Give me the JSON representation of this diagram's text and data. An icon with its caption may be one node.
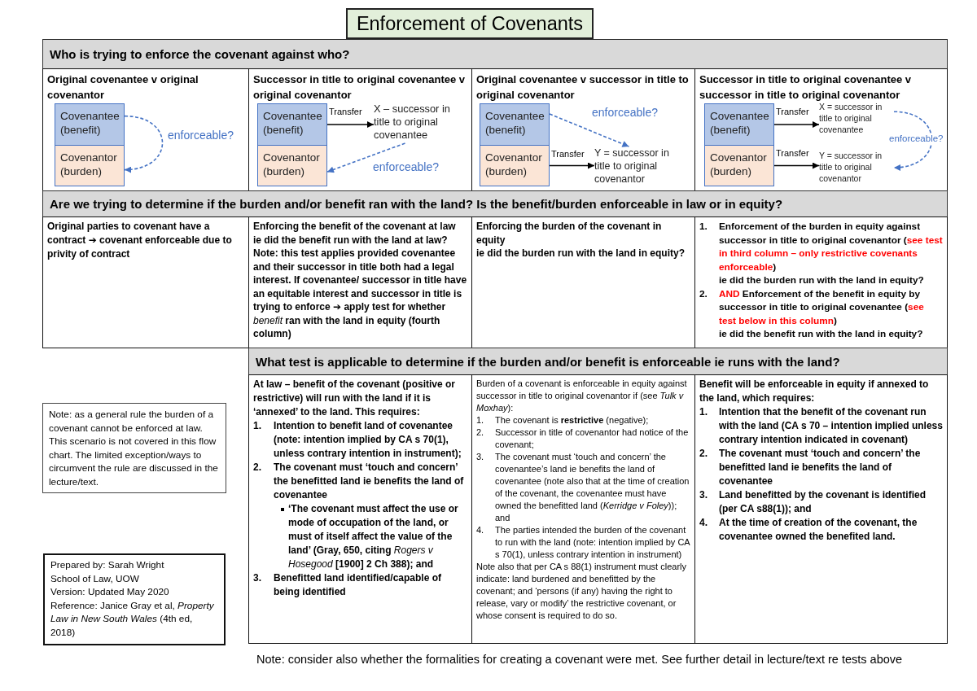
{
  "diagram": {
    "title": "Enforcement of Covenants",
    "nodes": [
      {
        "text": [
          "Who is trying to enforce the covenant against who?"
        ]
      },
      {
        "text": [
          "Original covenantee v original covenantor"
        ]
      },
      {
        "text": [
          "Covenantee (benefit)"
        ],
        "in": 1
      },
      {
        "text": [
          "Covenantor (burden)"
        ],
        "in": 1
      },
      {
        "text": [
          "Successor in title to original covenantee v original covenantor"
        ]
      },
      {
        "text": [
          "Covenantee (benefit)"
        ],
        "in": 4
      },
      {
        "text": [
          "Covenantor (burden)"
        ],
        "in": 4
      },
      {
        "text": [
          "X – successor in title to original covenantee"
        ],
        "in": 4
      },
      {
        "text": [
          "Original covenantee v successor in title to original covenantor"
        ]
      },
      {
        "text": [
          "Covenantee (benefit)"
        ],
        "in": 8
      },
      {
        "text": [
          "Covenantor (burden)"
        ],
        "in": 8
      },
      {
        "text": [
          "Y = successor in title to original covenantor"
        ],
        "in": 8
      },
      {
        "text": [
          "Successor in title to original covenantee v successor in title to original covenantor"
        ]
      },
      {
        "text": [
          "Covenantee (benefit)"
        ],
        "in": 12
      },
      {
        "text": [
          "Covenantor (burden)"
        ],
        "in": 12
      },
      {
        "text": [
          "X = successor in title to original covenantee"
        ],
        "in": 12
      },
      {
        "text": [
          "Y = successor in title to original covenantor"
        ],
        "in": 12
      },
      {
        "text": [
          "Are we trying to determine if the burden and/or benefit ran with the land? Is the benefit/burden enforceable in law or in equity?"
        ]
      },
      {
        "text": [
          "Original parties to covenant have a contract ➔ covenant enforceable due to privity of contract"
        ]
      },
      {
        "text": [
          "Enforcing the benefit of the covenant at law",
          "ie did the benefit run with the land at law?",
          "Note: this test applies provided covenantee and their successor in title both had a legal interest. If covenantee/ successor in title have an equitable interest and successor in title is trying to enforce ➔ apply test for whether *benefit* ran with the land in equity (fourth column)"
        ]
      },
      {
        "text": [
          "Enforcing the burden of the covenant in equity",
          "ie did the burden run with the land in equity?"
        ]
      },
      {
        "text": [
          "1. Enforcement of the burden in equity against successor in title to original covenantor (**see test in third column – only restrictive covenants enforceable**)",
          "ie did the burden run with the land in equity?",
          "2. **AND** Enforcement of the benefit in equity by successor in title to original covenantee (**see test below in this column**)",
          "ie did the benefit run with the land in equity?"
        ]
      },
      {
        "text": [
          "What test is applicable to determine if the burden and/or benefit is enforceable ie runs with the land?"
        ]
      },
      {
        "text": [
          "At law – benefit of the covenant (positive or restrictive) will run with the land if it is ‘annexed’ to the land. This requires:",
          "1. Intention to benefit land of covenantee (note: intention implied by CA s 70(1), unless contrary intention in instrument);",
          "2. The covenant must ‘touch and concern’ the benefitted land ie benefits the land of covenantee",
          "‘The covenant must affect the use or mode of occupation of the land, or must of itself affect the value of the land’ (Gray, 650, citing *Rogers v Hosegood* [1900] 2 Ch 388); and",
          "3. Benefitted land identified/capable of being identified"
        ]
      },
      {
        "text": [
          "Burden of a covenant is enforceable in equity against successor in title to original covenantor if (see *Tulk v Moxhay*):",
          "1. The covenant is **restrictive** (negative);",
          "2. Successor in title of covenantor had notice of the covenant;",
          "3. The covenant must ‘touch and concern’ the covenantee’s land ie benefits the land of covenantee (note also that at the time of creation of the covenant, the covenantee must have owned the benefitted land (*Kerridge v Foley*)); and",
          "4. The parties intended the burden of the covenant to run with the land (note: intention implied by CA s 70(1), unless contrary intention in instrument)",
          "Note also that per CA s 88(1) instrument must clearly indicate: land burdened and benefitted by the covenant; and ‘persons (if any) having the right to release, vary or modify’ the restrictive covenant, or whose consent is required to do so."
        ]
      },
      {
        "text": [
          "Benefit will be enforceable in equity if annexed to the land, which requires:",
          "1. Intention that the benefit of the covenant run with the land (CA s 70 – intention implied unless contrary intention indicated in covenant)",
          "2. The covenant must ‘touch and concern’ the benefitted land ie benefits the land of covenantee",
          "3. Land benefitted by the covenant is identified (per CA s88(1)); and",
          "4. At the time of creation of the covenant, the covenantee owned the benefited land."
        ]
      },
      {
        "text": [
          "Note: as a general rule the burden of a covenant cannot be enforced at law. This scenario is not covered in this flow chart. The limited exception/ways to circumvent the rule are discussed in the lecture/text."
        ]
      },
      {
        "text": [
          "Prepared by: Sarah Wright",
          "School of Law, UOW",
          "Version: Updated May 2020",
          "Reference: Janice Gray et al, *Property Law in New South Wales* (4th ed, 2018)"
        ]
      }
    ],
    "edges": [
      {
        "from": 2,
        "to": 3,
        "arrow": "to",
        "style": "dashed",
        "color": "#4472c4",
        "label": "enforceable?"
      },
      {
        "from": 5,
        "to": 7,
        "arrow": "to",
        "color": "#000000",
        "label": "Transfer"
      },
      {
        "from": 7,
        "to": 6,
        "arrow": "to",
        "style": "dashed",
        "color": "#4472c4",
        "label": "enforceable?"
      },
      {
        "from": 9,
        "to": 11,
        "arrow": "to",
        "style": "dashed",
        "color": "#4472c4",
        "label": "enforceable?"
      },
      {
        "from": 10,
        "to": 11,
        "arrow": "to",
        "color": "#000000",
        "label": "Transfer"
      },
      {
        "from": 13,
        "to": 15,
        "arrow": "to",
        "color": "#000000",
        "label": "Transfer"
      },
      {
        "from": 14,
        "to": 16,
        "arrow": "to",
        "color": "#000000",
        "label": "Transfer"
      },
      {
        "from": 15,
        "to": 16,
        "arrow": "to",
        "style": "dashed",
        "color": "#4472c4",
        "label": "enforceable?"
      }
    ],
    "labels": [
      "Note: consider also whether the formalities for creating a covenant were met. See further detail in lecture/text re tests above"
    ]
  }
}
